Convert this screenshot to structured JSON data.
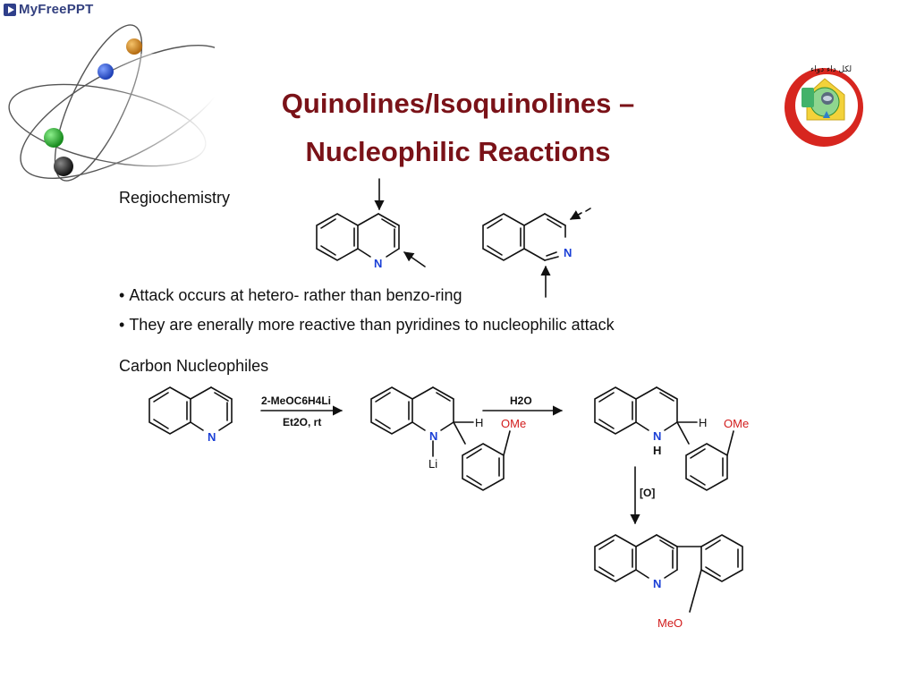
{
  "brand": {
    "text": "MyFreePPT"
  },
  "title": {
    "line1": "Quinolines/Isoquinolines –",
    "line2": "Nucleophilic Reactions"
  },
  "sections": {
    "regiochemistry": "Regiochemistry",
    "carbon_nucleophiles": "Carbon Nucleophiles"
  },
  "bullets": [
    "Attack occurs at hetero- rather than benzo-ring",
    "They are enerally more reactive than pyridines to nucleophilic attack"
  ],
  "reaction": {
    "reagent1_top": "2-MeOC6H4Li",
    "reagent1_bottom": "Et2O, rt",
    "reagent2": "H2O",
    "reagent3": "[O]"
  },
  "atoms": {
    "N": "N",
    "H": "H",
    "Li": "Li",
    "OMe": "OMe",
    "MeO": "MeO"
  },
  "colors": {
    "title": "#7a1218",
    "nitrogen": "#1a3fd6",
    "oxygen": "#d21c1c",
    "brand": "#33407f"
  }
}
